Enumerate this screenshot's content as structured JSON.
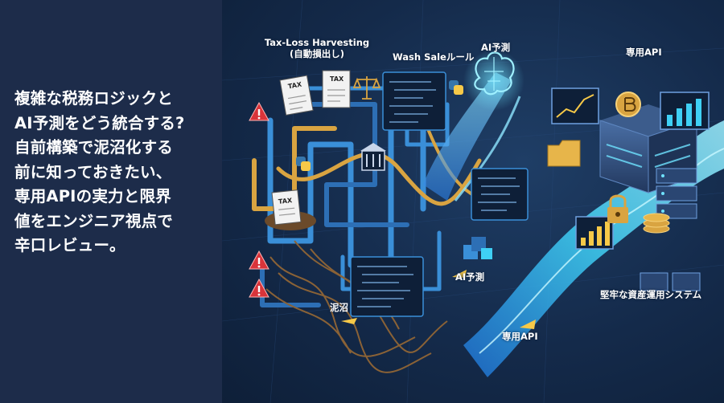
{
  "headline": {
    "lines": [
      "複雑な税務ロジックと",
      "AI予測をどう統合する?",
      "自前構築で泥沼化する",
      "前に知っておきたい、",
      "専用APIの実力と限界",
      "値をエンジニア視点で",
      "辛口レビュー。"
    ]
  },
  "illustration": {
    "labels": {
      "tax_loss_line1": "Tax-Loss Harvesting",
      "tax_loss_line2": "(自動損出し)",
      "wash_sale": "Wash Saleルール",
      "ai_predict_top": "AI予測",
      "dedicated_api_top": "専用API",
      "ai_predict_mid": "AI予測",
      "mire": "泥沼",
      "robust_system": "堅牢な資産運用システム",
      "dedicated_api_bottom": "専用API",
      "tax_doc_1": "TAX",
      "tax_doc_2": "TAX",
      "tax_doc_3": "TAX"
    },
    "icons": [
      "warning-icon",
      "document-icon",
      "scales-icon",
      "python-logo-icon",
      "brain-icon",
      "bitcoin-icon",
      "lock-icon",
      "folder-icon",
      "bank-icon",
      "server-icon",
      "chart-icon"
    ],
    "colors": {
      "background_left": "#1d2c4a",
      "maze_blue": "#3a8fd8",
      "maze_gold": "#d9a441",
      "flow_cyan": "#3fd0f5",
      "warning_red": "#d9343a",
      "mud_brown": "#6b4a2a"
    }
  }
}
